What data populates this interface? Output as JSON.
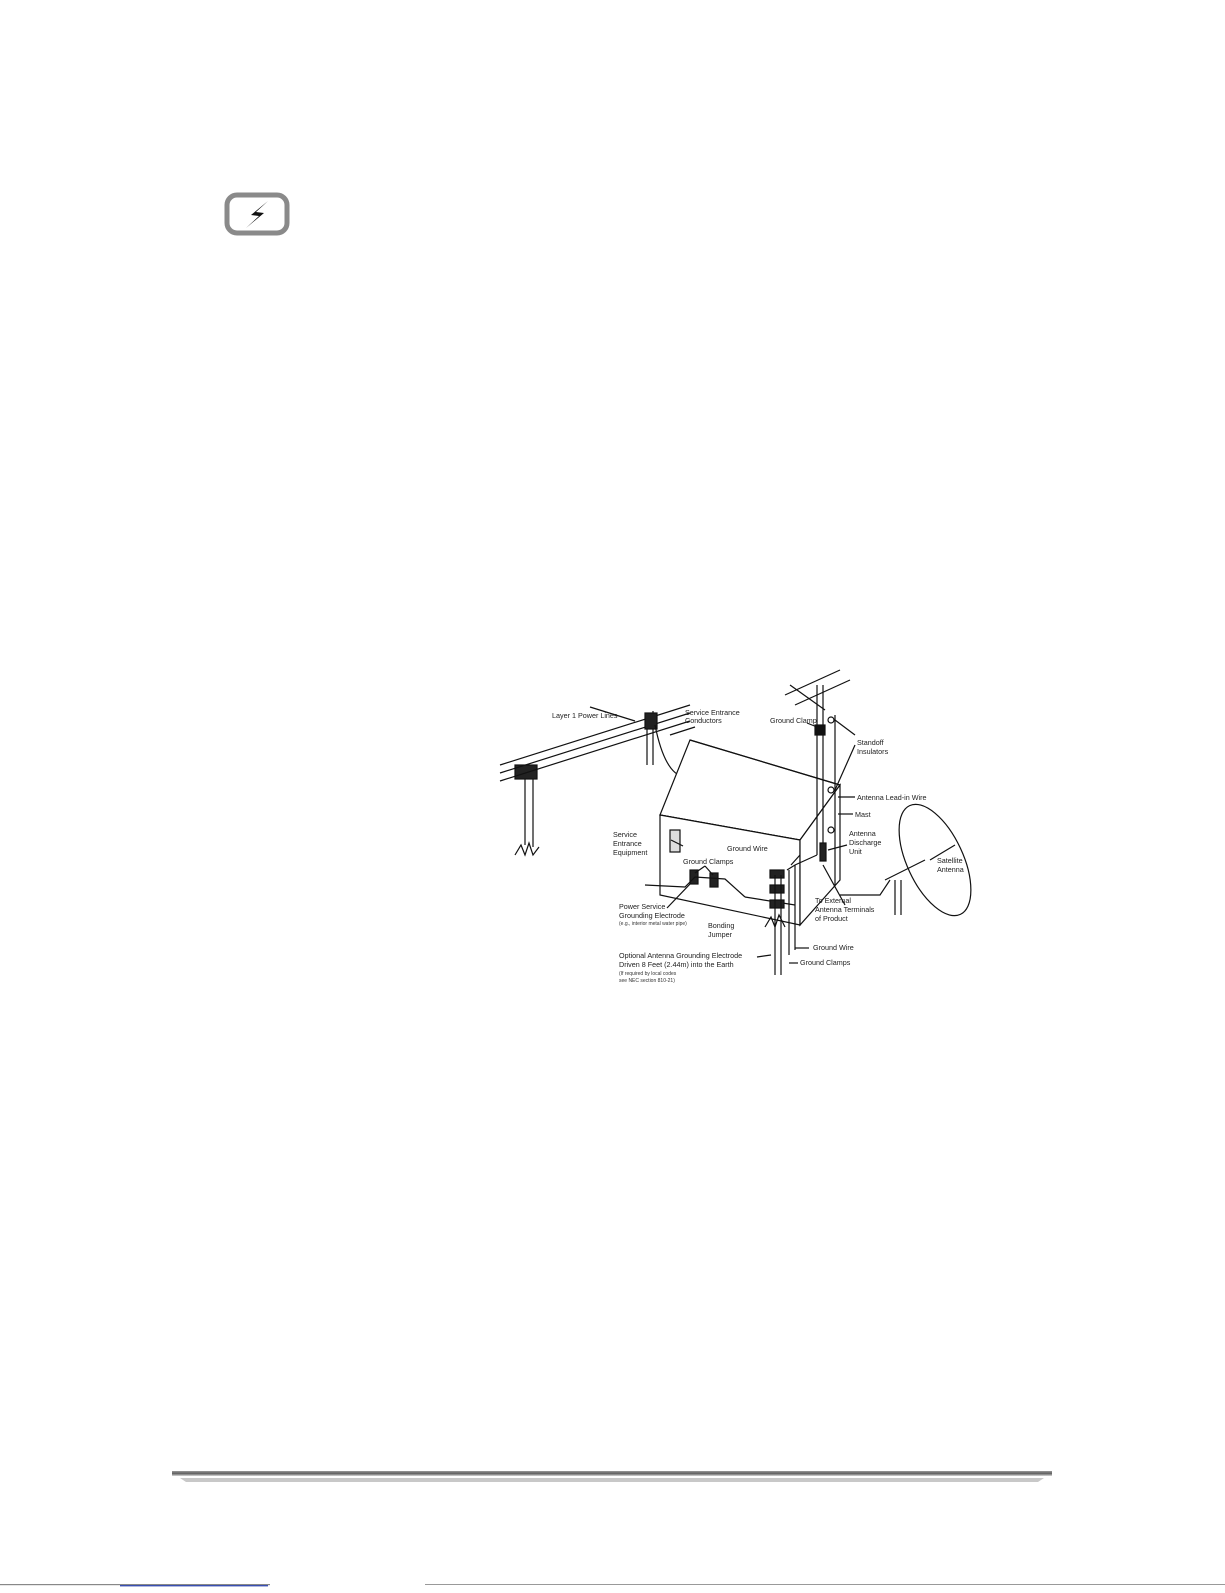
{
  "diagram": {
    "labels": {
      "power_lines": "Layer 1 Power Lines",
      "service_entrance_conductors_1": "Service Entrance",
      "service_entrance_conductors_2": "Conductors",
      "ground_clamp_top": "Ground Clamp",
      "standoff_insulators_1": "Standoff",
      "standoff_insulators_2": "Insulators",
      "antenna_lead_in": "Antenna Lead-in Wire",
      "mast": "Mast",
      "antenna_discharge_1": "Antenna",
      "antenna_discharge_2": "Discharge",
      "antenna_discharge_3": "Unit",
      "satellite_1": "Satellite",
      "satellite_2": "Antenna",
      "service_equipment_1": "Service",
      "service_equipment_2": "Entrance",
      "service_equipment_3": "Equipment",
      "ground_wire_top": "Ground Wire",
      "ground_clamps_mid": "Ground Clamps",
      "to_external_1": "To External",
      "to_external_2": "Antenna Terminals",
      "to_external_3": "of Product",
      "power_service_1": "Power Service",
      "power_service_2": "Grounding Electrode",
      "power_service_3": "(e.g., interior metal water pipe)",
      "bonding_1": "Bonding",
      "bonding_2": "Jumper",
      "ground_wire_bottom": "Ground Wire",
      "ground_clamps_bottom": "Ground Clamps",
      "optional_1": "Optional Antenna Grounding Electrode",
      "optional_2": "Driven 8 Feet (2.44m) into the Earth",
      "optional_3": "(If required by local codes",
      "optional_4": "see NEC section 810-21)"
    }
  }
}
